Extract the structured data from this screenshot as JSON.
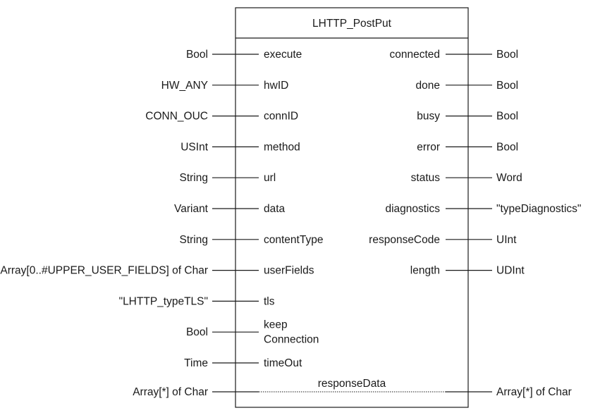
{
  "block": {
    "title": "LHTTP_PostPut",
    "inputs": [
      {
        "type": "Bool",
        "param": [
          "execute"
        ]
      },
      {
        "type": "HW_ANY",
        "param": [
          "hwID"
        ]
      },
      {
        "type": "CONN_OUC",
        "param": [
          "connID"
        ]
      },
      {
        "type": "USInt",
        "param": [
          "method"
        ]
      },
      {
        "type": "String",
        "param": [
          "url"
        ]
      },
      {
        "type": "Variant",
        "param": [
          "data"
        ]
      },
      {
        "type": "String",
        "param": [
          "contentType"
        ]
      },
      {
        "type": "Array[0..#UPPER_USER_FIELDS] of Char",
        "param": [
          "userFields"
        ]
      },
      {
        "type": "\"LHTTP_typeTLS\"",
        "param": [
          "tls"
        ]
      },
      {
        "type": "Bool",
        "param": [
          "keep",
          "Connection"
        ]
      },
      {
        "type": "Time",
        "param": [
          "timeOut"
        ]
      }
    ],
    "outputs": [
      {
        "param": "connected",
        "type": "Bool"
      },
      {
        "param": "done",
        "type": "Bool"
      },
      {
        "param": "busy",
        "type": "Bool"
      },
      {
        "param": "error",
        "type": "Bool"
      },
      {
        "param": "status",
        "type": "Word"
      },
      {
        "param": "diagnostics",
        "type": "\"typeDiagnostics\""
      },
      {
        "param": "responseCode",
        "type": "UInt"
      },
      {
        "param": "length",
        "type": "UDInt"
      }
    ],
    "inout": {
      "param": "responseData",
      "input_type": "Array[*] of Char",
      "output_type": "Array[*] of Char"
    }
  }
}
